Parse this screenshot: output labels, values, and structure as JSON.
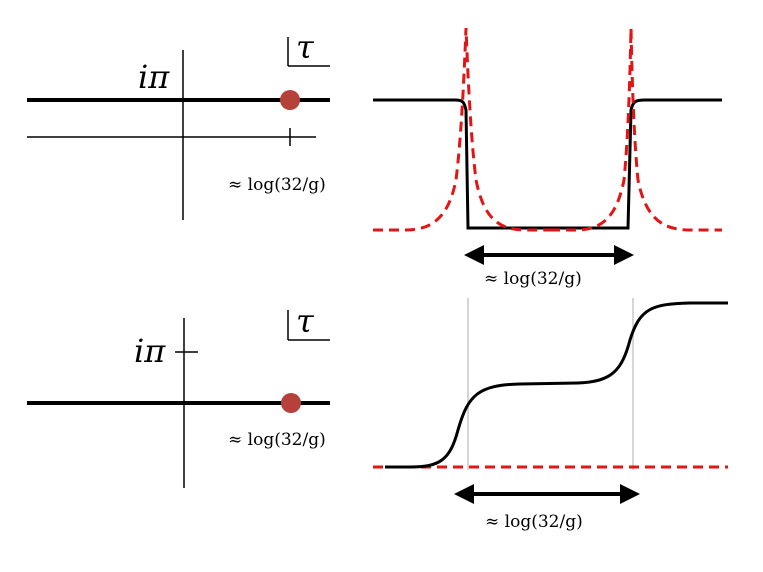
{
  "panels": {
    "top_left": {
      "ipi_label": "iπ",
      "tau_label": "τ",
      "log_label": "≈ log(32/g)"
    },
    "top_right": {
      "log_label": "≈ log(32/g)"
    },
    "bottom_left": {
      "ipi_label": "iπ",
      "tau_label": "τ",
      "log_label": "≈ log(32/g)"
    },
    "bottom_right": {
      "log_label": "≈ log(32/g)"
    }
  },
  "colors": {
    "line": "#000000",
    "dashed": "#e41414",
    "dot": "#b5413a",
    "guide": "#c8c8c8"
  }
}
